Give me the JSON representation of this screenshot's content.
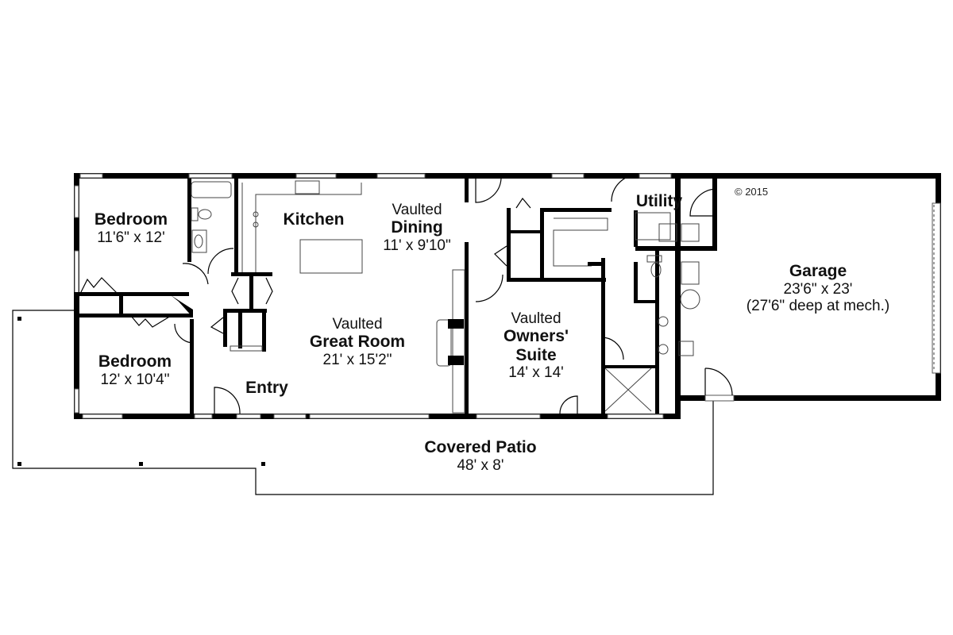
{
  "plan": {
    "copyright": "© 2015",
    "rooms": {
      "bedroom1": {
        "name": "Bedroom",
        "size": "11'6\" x 12'"
      },
      "bedroom2": {
        "name": "Bedroom",
        "size": "12' x 10'4\""
      },
      "kitchen": {
        "name": "Kitchen"
      },
      "dining": {
        "prefix": "Vaulted",
        "name": "Dining",
        "size": "11' x 9'10\""
      },
      "great_room": {
        "prefix": "Vaulted",
        "name": "Great Room",
        "size": "21' x 15'2\""
      },
      "entry": {
        "name": "Entry"
      },
      "owners_suite": {
        "prefix": "Vaulted",
        "name1": "Owners'",
        "name2": "Suite",
        "size": "14' x 14'"
      },
      "utility": {
        "name": "Utility"
      },
      "garage": {
        "name": "Garage",
        "size": "23'6\" x 23'",
        "note": "(27'6\" deep at mech.)"
      },
      "patio": {
        "name": "Covered Patio",
        "size": "48' x 8'"
      }
    },
    "colors": {
      "wall": "#000000",
      "background": "#ffffff",
      "line": "#444444"
    }
  }
}
